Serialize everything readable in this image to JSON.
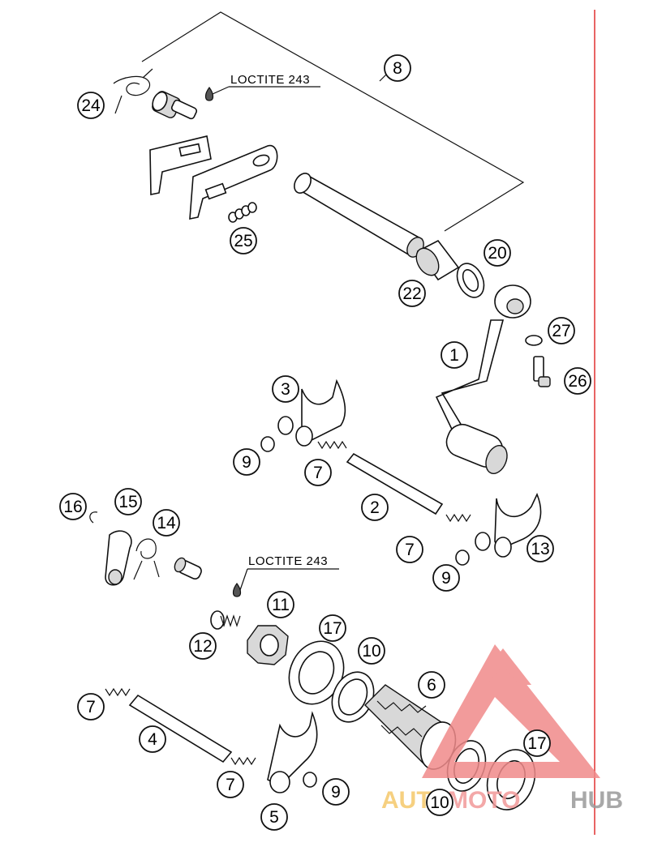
{
  "diagram": {
    "loctite_labels": [
      "LOCTITE 243",
      "LOCTITE 243"
    ],
    "callouts": [
      "1",
      "2",
      "3",
      "4",
      "5",
      "6",
      "7",
      "7",
      "7",
      "7",
      "8",
      "9",
      "9",
      "9",
      "10",
      "10",
      "11",
      "12",
      "13",
      "14",
      "15",
      "16",
      "17",
      "17",
      "20",
      "22",
      "24",
      "25",
      "26",
      "27"
    ]
  },
  "watermark": {
    "text_part1": "AUTO",
    "text_part2": "MOTO",
    "text_part3": "HUB",
    "colors": {
      "triangle": "#f08a8a",
      "auto": "#f5c86a",
      "moto": "#f29a9a",
      "hub": "#9a9a9a"
    }
  },
  "colors": {
    "margin_line": "#e03030",
    "ink": "#111111"
  }
}
